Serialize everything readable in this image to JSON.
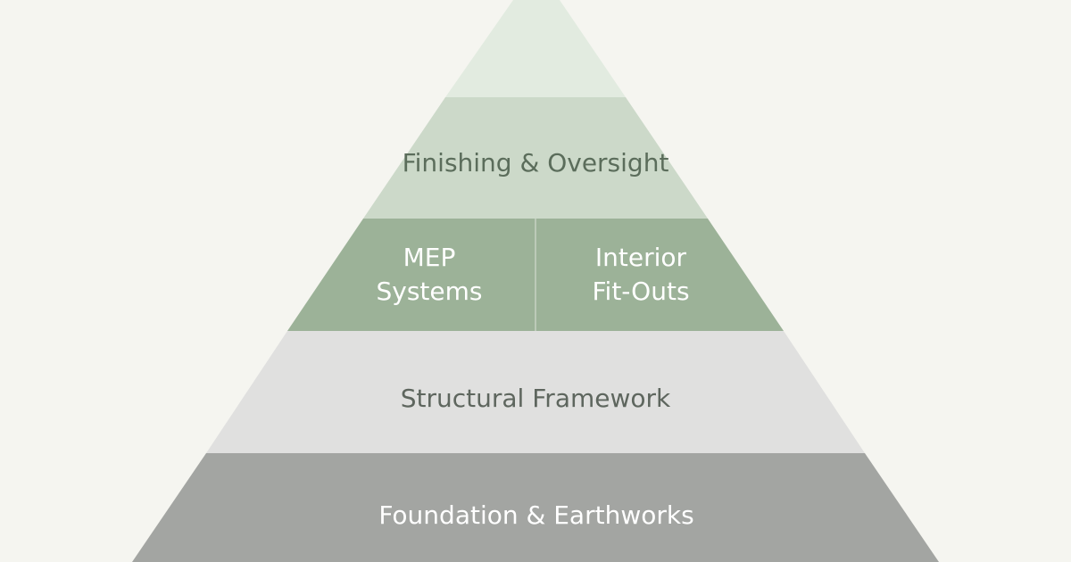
{
  "tiers": {
    "apex": {
      "label": "",
      "color": "#e2ebe0"
    },
    "finishing": {
      "label": "Finishing & Oversight",
      "color": "#ccd9c9"
    },
    "mep": {
      "label": "MEP\nSystems",
      "color": "#9cb298"
    },
    "interior": {
      "label": "Interior\nFit-Outs",
      "color": "#9cb298"
    },
    "structural": {
      "label": "Structural Framework",
      "color": "#e0e0df"
    },
    "foundation": {
      "label": "Foundation & Earthworks",
      "color": "#a3a5a2"
    }
  },
  "background_color": "#f5f5f0"
}
